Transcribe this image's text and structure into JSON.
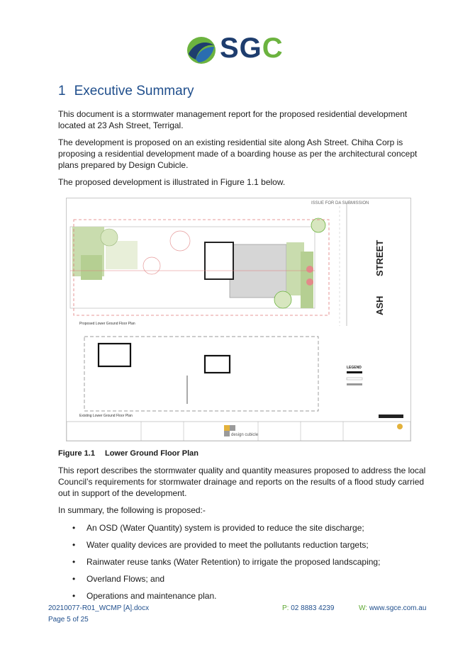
{
  "logo": {
    "text": "SG",
    "accent": "C",
    "brand_blue": "#1e3d6e",
    "brand_green": "#6cb33f"
  },
  "heading": {
    "number": "1",
    "title": "Executive Summary"
  },
  "paragraphs": {
    "p1": "This document is a stormwater management report for the proposed residential development located at 23 Ash Street, Terrigal.",
    "p2": "The development is proposed on an existing residential site along Ash Street. Chiha Corp is proposing a residential development made of a boarding house as per the architectural concept plans prepared by Design Cubicle.",
    "p3": "The proposed development is illustrated in Figure 1.1 below.",
    "p4": "This report describes the stormwater quality and quantity measures proposed to address the local Council’s requirements for stormwater drainage and reports on the results of a flood study carried out in support of the development.",
    "p5": "In summary, the following is proposed:-"
  },
  "figure": {
    "label": "Figure 1.1",
    "caption": "Lower Ground Floor Plan",
    "drawing": {
      "issue_note": "ISSUE FOR DA SUBMISSION",
      "street_name": "ASH",
      "street_word": "STREET",
      "plan_title_1": "Proposed Lower Ground Floor Plan",
      "plan_title_2": "Existing Lower Ground Floor Plan",
      "legend_title": "LEGEND",
      "architect": "design cubicle"
    }
  },
  "bullets": [
    "An OSD (Water Quantity) system is provided to reduce the site discharge;",
    "Water quality devices are provided to meet the pollutants reduction targets;",
    "Rainwater reuse tanks (Water Retention) to irrigate the proposed landscaping;",
    "Overland Flows; and",
    "Operations and maintenance plan."
  ],
  "footer": {
    "doc_ref": "20210077-R01_WCMP [A].docx",
    "page": "Page 5 of 25",
    "phone_label": "P:",
    "phone": "02 8883 4239",
    "web_label": "W:",
    "web": "www.sgce.com.au"
  }
}
